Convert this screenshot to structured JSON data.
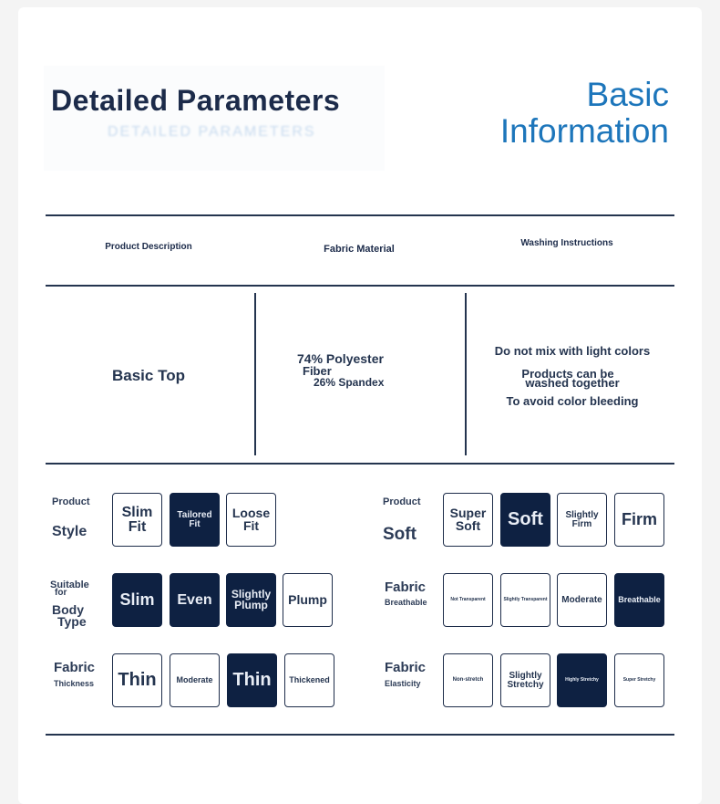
{
  "header": {
    "title": "Detailed Parameters",
    "subtitle_faded": "DETAILED PARAMETERS",
    "basic_info_line1": "Basic",
    "basic_info_line2": "Information"
  },
  "table": {
    "headers": [
      "Product Description",
      "Fabric Material",
      "Washing Instructions"
    ],
    "product_description": "Basic Top",
    "fabric_line1": "74% Polyester",
    "fabric_line2": "Fiber",
    "fabric_line3": "26% Spandex",
    "washing_line1": "Do not mix with light colors",
    "washing_line2": "Products can be",
    "washing_line3": "washed together",
    "washing_line4": "To avoid color bleeding"
  },
  "attributes": {
    "product_style": {
      "label_top": "Product",
      "label_bottom": "Style",
      "options": [
        "Slim Fit",
        "Tailored Fit",
        "Loose Fit"
      ],
      "selected": "Tailored Fit"
    },
    "product_soft": {
      "label_top": "Product",
      "label_bottom": "Soft",
      "options": [
        "Super Soft",
        "Soft",
        "Slightly Firm",
        "Firm"
      ],
      "selected": "Soft"
    },
    "body_type": {
      "label_1": "Suitable",
      "label_2": "for",
      "label_3": "Body",
      "label_4": "Type",
      "options": [
        "Slim",
        "Even",
        "Slightly Plump",
        "Plump"
      ],
      "selected": [
        "Slim",
        "Even",
        "Slightly Plump"
      ]
    },
    "fabric_breathable": {
      "label_top": "Fabric",
      "label_bottom": "Breathable",
      "options": [
        "Not Transparent",
        "Slightly Transparent",
        "Moderate",
        "Breathable"
      ],
      "selected": "Breathable"
    },
    "fabric_thickness": {
      "label_top": "Fabric",
      "label_bottom": "Thickness",
      "options": [
        "Thin",
        "Moderate",
        "Thin",
        "Thickened"
      ],
      "selected_index": 2
    },
    "fabric_elasticity": {
      "label_top": "Fabric",
      "label_bottom": "Elasticity",
      "options": [
        "Non-stretch",
        "Slightly Stretchy",
        "Highly Stretchy",
        "Super Stretchy"
      ],
      "selected": "Highly Stretchy"
    }
  },
  "colors": {
    "navy": "#0e2142",
    "accent_blue": "#1d76bb",
    "text": "#24344f"
  }
}
